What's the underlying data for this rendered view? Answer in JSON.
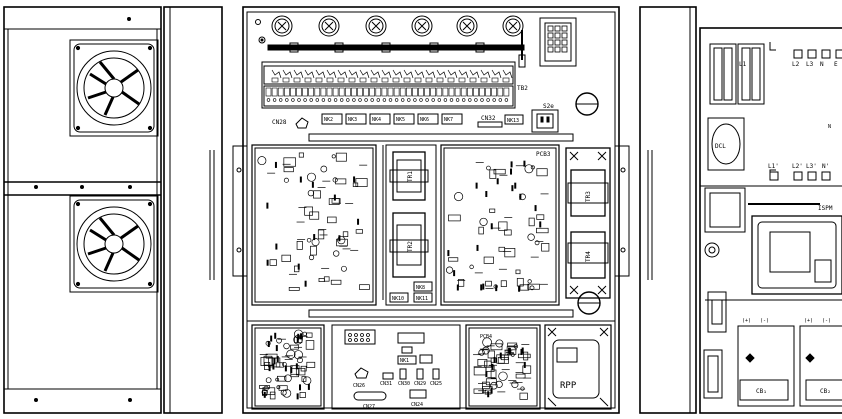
{
  "labels": {
    "tb2": "TB2",
    "s2e": "S2e",
    "cn28": "CN28",
    "cn32": "CN32",
    "nk_top": [
      "NK2",
      "NK3",
      "NK4",
      "NK5",
      "NK6",
      "NK7"
    ],
    "nk13": "NK13",
    "pcb3": "PCB3",
    "tr1": "TR1",
    "tr2": "TR2",
    "tr3": "TR3",
    "tr4": "TR4",
    "nk10": "NK10",
    "nk1": "NK1",
    "nk8": "NK8",
    "pcb4": "PCB4",
    "rpp": "RPP",
    "cn26": "CN26",
    "cn31": "CN31",
    "cn30": "CN30",
    "cn29": "CN29",
    "cn25": "CN25",
    "cn27": "CN27",
    "cn24": "CN24",
    "nk11": "NK11",
    "dcl": "DCL",
    "ispm": "ISPM",
    "terms_top": [
      "L1",
      "L2",
      "L3",
      "N",
      "E"
    ],
    "terms_mid": [
      "L1'",
      "L2'",
      "L3'",
      "N'"
    ],
    "cap_polarity": [
      "(+)",
      "(-)",
      "(+)",
      "(-)"
    ],
    "cb1": "CB₁",
    "cb2": "CB₂"
  }
}
